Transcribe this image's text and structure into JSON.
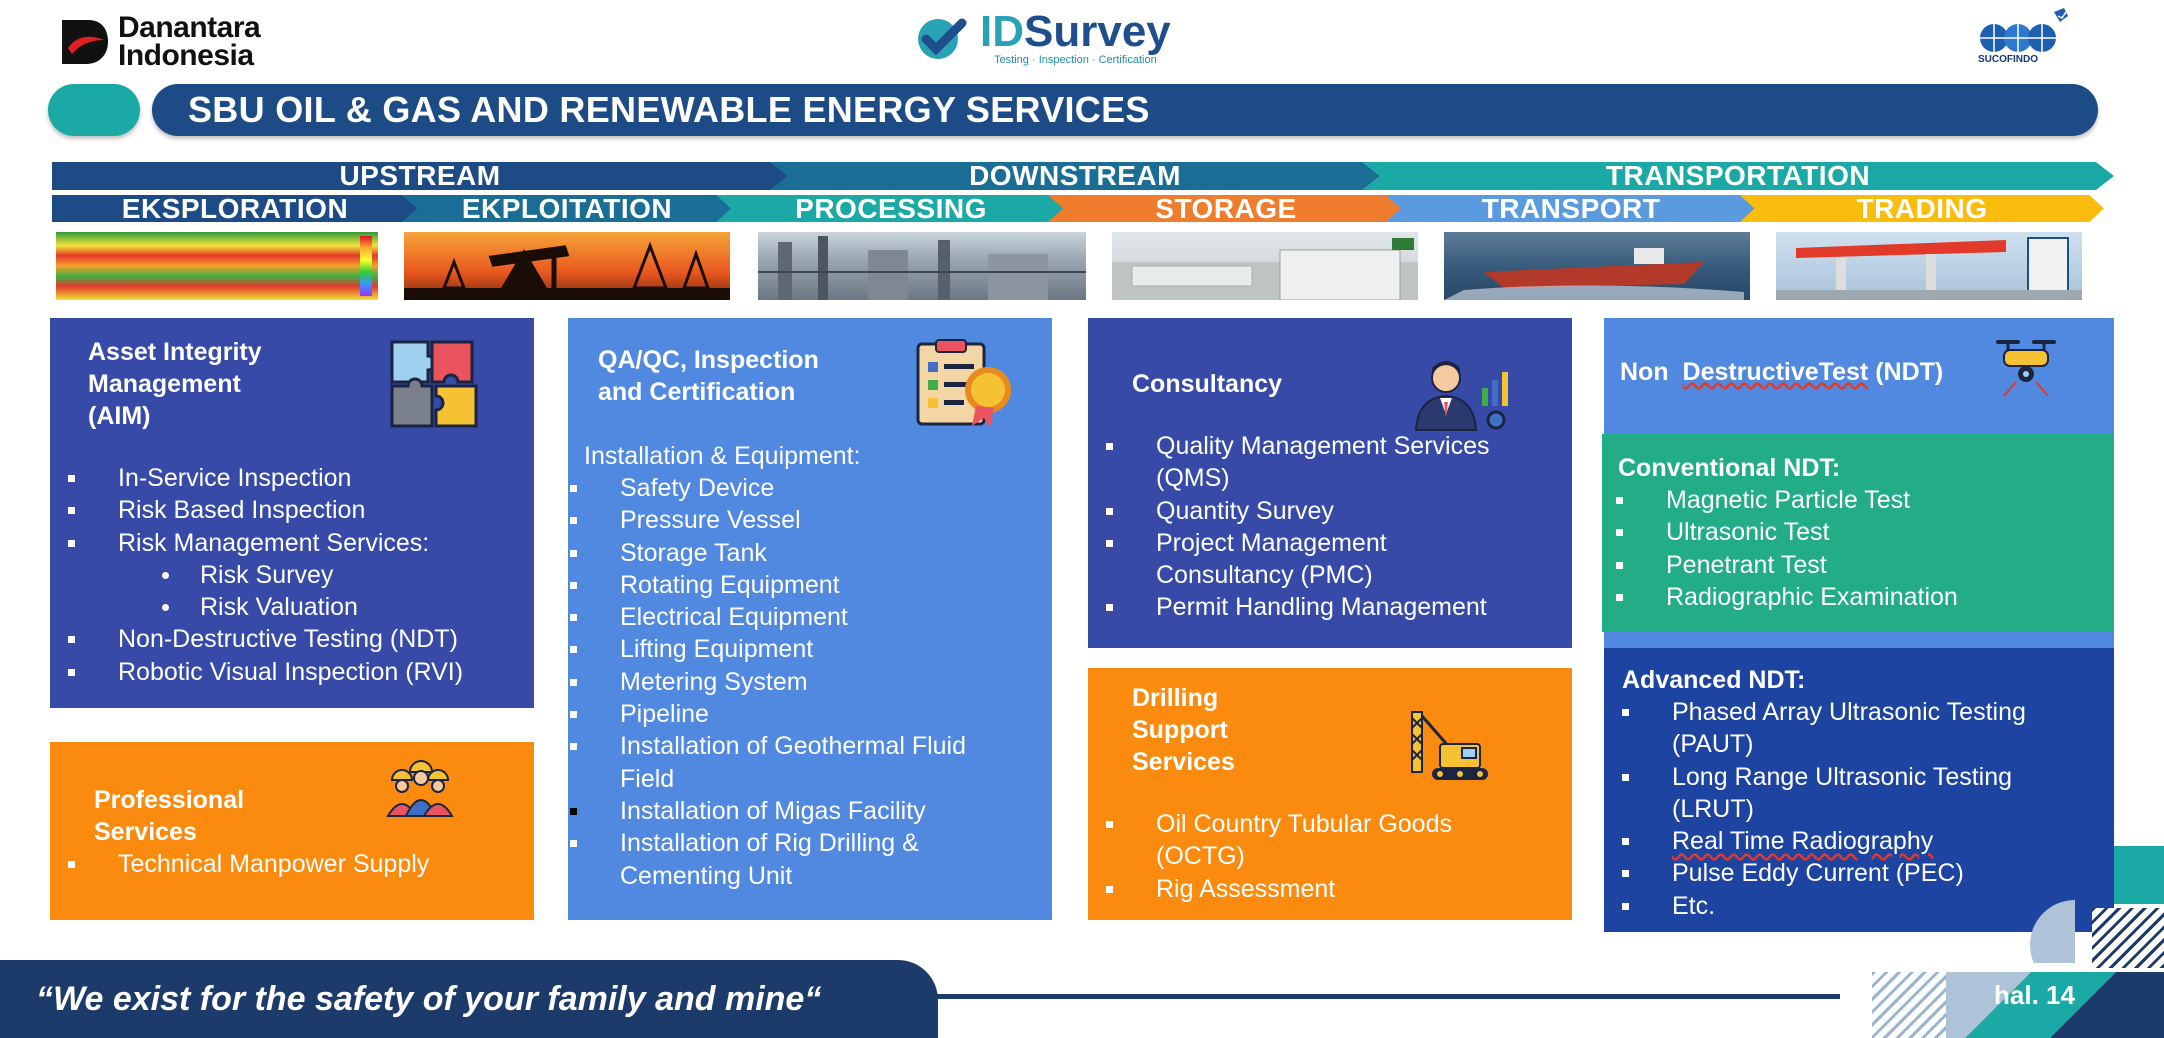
{
  "header": {
    "left_logo": {
      "line1": "Danantara",
      "line2": "Indonesia"
    },
    "center_logo": {
      "id": "ID",
      "survey": "Survey",
      "tagline": "Testing · Inspection · Certification"
    },
    "right_logo": {
      "label": "SUCOFINDO"
    }
  },
  "title": "SBU OIL & GAS AND RENEWABLE ENERGY SERVICES",
  "value_chain": {
    "row1": [
      "UPSTREAM",
      "DOWNSTREAM",
      "TRANSPORTATION"
    ],
    "row2": [
      "EKSPLORATION",
      "EKPLOITATION",
      "PROCESSING",
      "STORAGE",
      "TRANSPORT",
      "TRADING"
    ]
  },
  "colors": {
    "navy": "#1d4b85",
    "teal": "#1aa9a4",
    "box_indigo": "#374aa8",
    "box_blue": "#5189e0",
    "box_orange": "#fb8b0e",
    "box_green": "#22ad86",
    "box_darkblue": "#1d44a0"
  },
  "icons": [
    "puzzle-icon",
    "clipboard-badge-icon",
    "consultant-icon",
    "drone-icon",
    "workers-icon",
    "drilling-rig-icon"
  ],
  "boxes": {
    "aim": {
      "heading": [
        "Asset Integrity",
        "Management",
        "(AIM)"
      ],
      "items": [
        {
          "text": "In-Service Inspection",
          "sub": false
        },
        {
          "text": "Risk Based Inspection",
          "sub": false
        },
        {
          "text": "Risk Management Services:",
          "sub": false
        },
        {
          "text": "Risk Survey",
          "sub": true
        },
        {
          "text": "Risk Valuation",
          "sub": true
        },
        {
          "text": "Non-Destructive Testing (NDT)",
          "sub": false
        },
        {
          "text": "Robotic Visual Inspection (RVI)",
          "sub": false
        }
      ]
    },
    "professional": {
      "heading": [
        "Professional",
        "Services"
      ],
      "items": [
        "Technical Manpower Supply"
      ]
    },
    "qaqc": {
      "heading": [
        "QA/QC, Inspection",
        "and Certification"
      ],
      "subheading": "Installation & Equipment:",
      "items": [
        "Safety Device",
        "Pressure Vessel",
        "Storage Tank",
        "Rotating Equipment",
        "Electrical Equipment",
        "Lifting Equipment",
        "Metering System",
        "Pipeline",
        "Installation of Geothermal Fluid Field",
        "Installation of Migas Facility",
        "Installation of Rig Drilling & Cementing Unit"
      ]
    },
    "consultancy": {
      "heading": "Consultancy",
      "items": [
        "Quality Management Services (QMS)",
        "Quantity Survey",
        "Project Management Consultancy (PMC)",
        "Permit Handling Management"
      ]
    },
    "drilling": {
      "heading": [
        "Drilling",
        "Support",
        "Services"
      ],
      "items": [
        "Oil Country Tubular Goods (OCTG)",
        "Rig Assessment"
      ]
    },
    "ndt": {
      "heading_a": "Non",
      "heading_b": "DestructiveTest",
      "heading_c": "(NDT)",
      "conventional_title": "Conventional NDT:",
      "conventional": [
        "Magnetic Particle Test",
        "Ultrasonic Test",
        "Penetrant Test",
        "Radiographic Examination"
      ],
      "advanced_title": "Advanced NDT:",
      "advanced": [
        "Phased Array Ultrasonic Testing (PAUT)",
        "Long Range Ultrasonic Testing (LRUT)",
        "Real Time Radiography",
        "Pulse Eddy Current (PEC)",
        "Etc."
      ]
    }
  },
  "footer": {
    "quote": "“We exist for the safety of your family and mine“",
    "page": "hal. 14"
  }
}
